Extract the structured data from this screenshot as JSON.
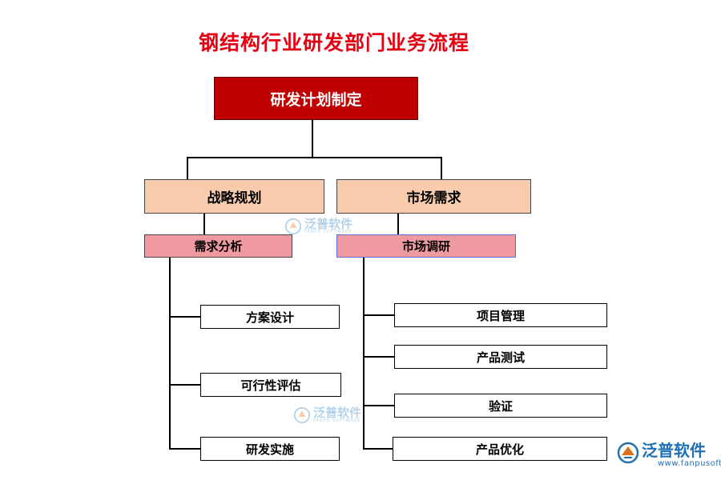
{
  "title": "钢结构行业研发部门业务流程",
  "root": "研发计划制定",
  "branches": [
    {
      "label": "战略规划",
      "sub": "需求分析",
      "leaves": [
        "方案设计",
        "可行性评估",
        "研发实施"
      ]
    },
    {
      "label": "市场需求",
      "sub": "市场调研",
      "leaves": [
        "项目管理",
        "产品测试",
        "验证",
        "产品优化"
      ]
    }
  ],
  "watermark": {
    "cn": "泛普软件",
    "en": "FANPU SOFTWARE"
  },
  "logo": {
    "cn": "泛普软件",
    "url": "www.fanpusoft.com"
  },
  "colors": {
    "title": "#e60012",
    "root_fill": "#c00000",
    "level2_fill": "#f8cbad",
    "level3_fill": "#ee9aa0",
    "brand_blue": "#1f6fb5"
  }
}
